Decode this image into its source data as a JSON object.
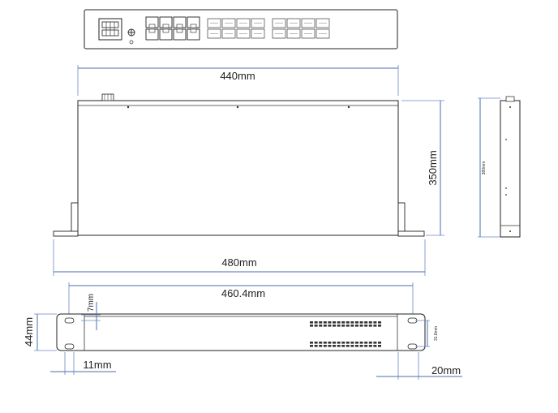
{
  "dimensions": {
    "front_width": "440mm",
    "top_depth": "350mm",
    "side_depth": "380mm",
    "bracket_width": "480mm",
    "ear_spacing": "460.4mm",
    "height": "44mm",
    "hole_offset": "7mm",
    "ear_margin": "11mm",
    "ear_depth": "20mm",
    "hole_pitch": "31.8mm"
  }
}
